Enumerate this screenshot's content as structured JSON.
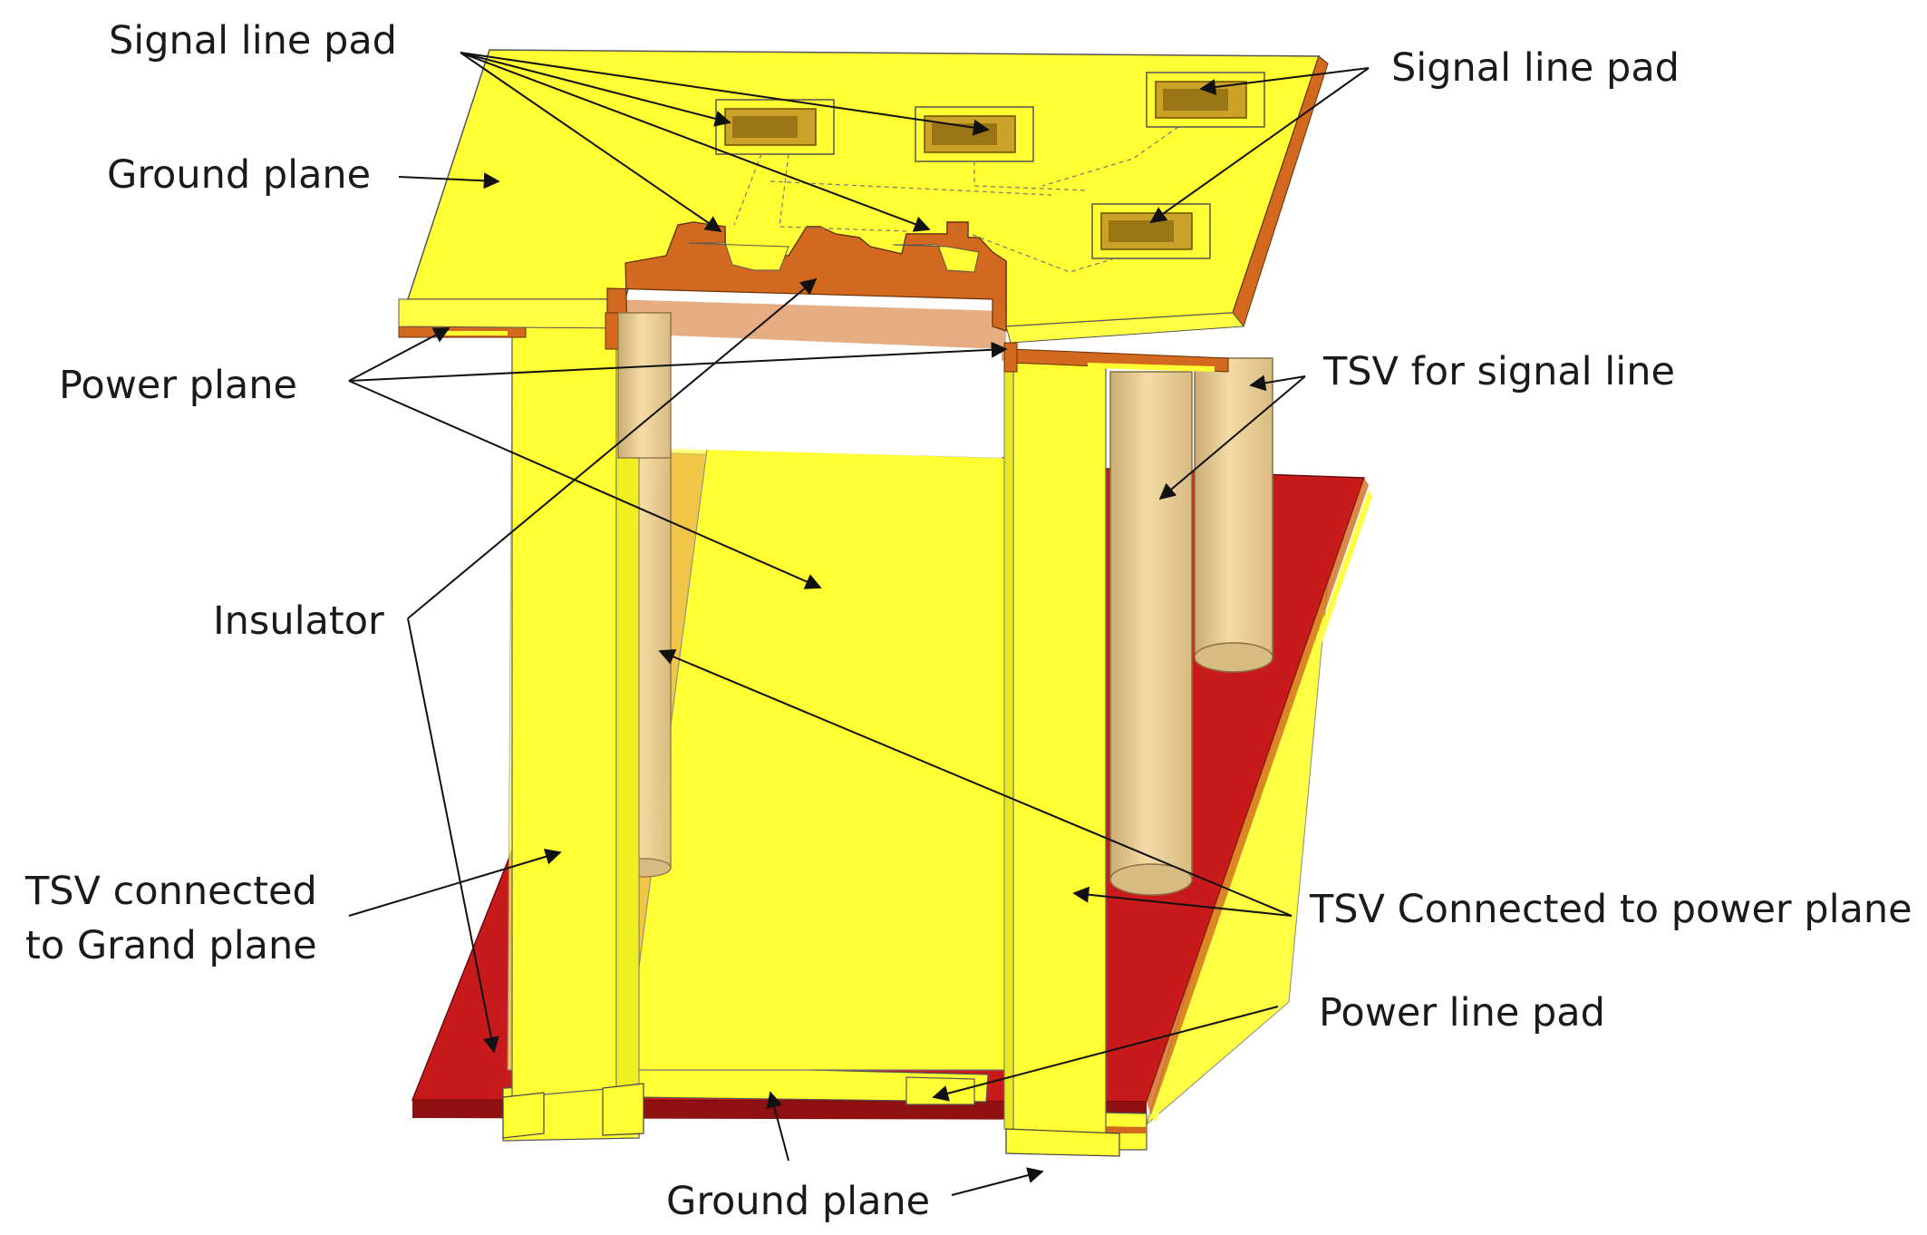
{
  "labels": {
    "signal_pad_left": "Signal line pad",
    "signal_pad_right": "Signal line pad",
    "ground_plane_top": "Ground plane",
    "power_plane": "Power plane",
    "tsv_signal": "TSV for signal line",
    "insulator": "Insulator",
    "tsv_ground_line1": "TSV connected",
    "tsv_ground_line2": "to Grand plane",
    "tsv_power": "TSV Connected to power plane",
    "power_line_pad": "Power line pad",
    "ground_plane_bottom": "Ground plane"
  },
  "colors": {
    "ground_yellow": "#ffff33",
    "power_red": "#c81a1a",
    "insulator_orange": "#d2691e",
    "tsv_signal_tan": "#efcf92",
    "pad_gold": "#c9a227"
  }
}
